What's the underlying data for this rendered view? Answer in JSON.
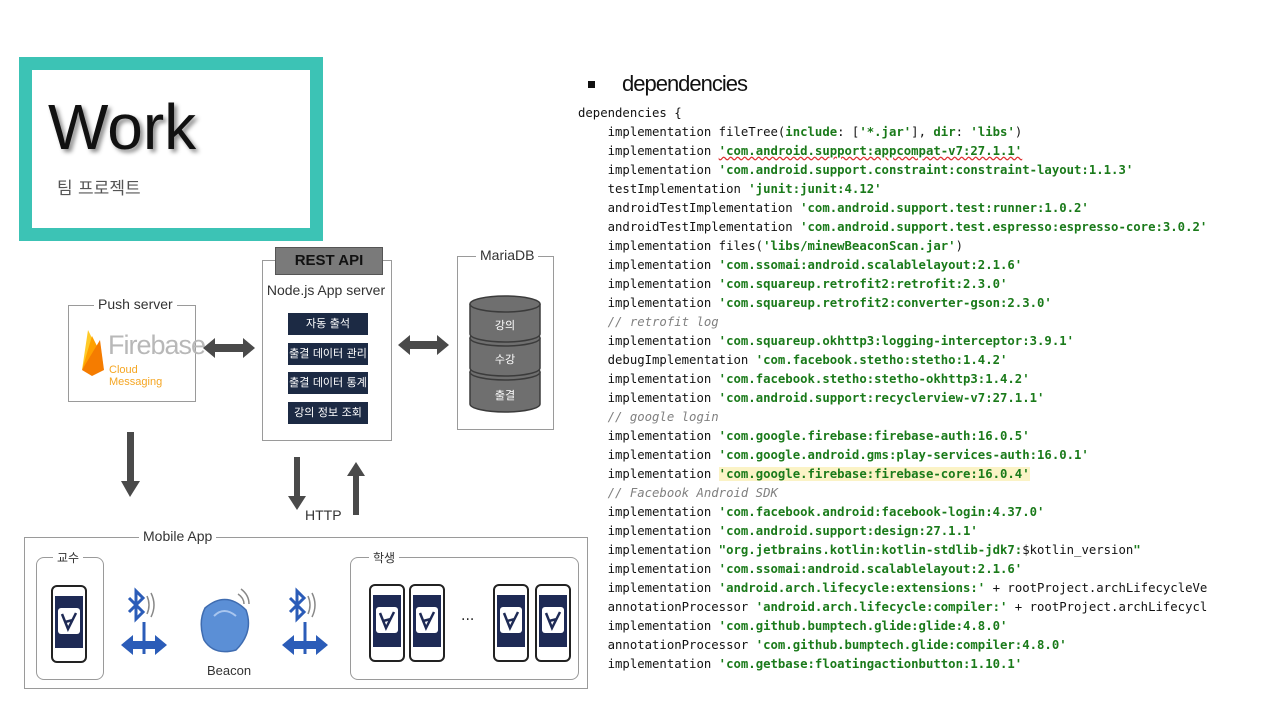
{
  "title": {
    "heading": "Work",
    "subheading": "팀 프로젝트"
  },
  "colors": {
    "accent_border": "#3cc3b5",
    "feature_bg": "#1c2a44",
    "code_string": "#1a7a1a"
  },
  "diagram": {
    "push_server_label": "Push server",
    "firebase": {
      "name": "Firebase",
      "sub": "Cloud Messaging"
    },
    "rest_api": "REST API",
    "app_server_label": "Node.js App server",
    "features": [
      "자동 출석",
      "출결 데이터 관리",
      "출결 데이터 통계",
      "강의 정보 조회"
    ],
    "mariadb_label": "MariaDB",
    "db_tables": [
      "강의",
      "수강",
      "출결"
    ],
    "http_label": "HTTP",
    "mobile_app_label": "Mobile App",
    "professor_label": "교수",
    "student_label": "학생",
    "beacon_label": "Beacon",
    "ellipsis": "···"
  },
  "code_panel": {
    "bullet_title": "dependencies",
    "lines": [
      [
        {
          "t": "dependencies {"
        }
      ],
      [
        {
          "t": "    implementation fileTree("
        },
        {
          "t": "include",
          "c": "kw"
        },
        {
          "t": ": ["
        },
        {
          "t": "'*.jar'",
          "c": "str"
        },
        {
          "t": "], "
        },
        {
          "t": "dir",
          "c": "kw"
        },
        {
          "t": ": "
        },
        {
          "t": "'libs'",
          "c": "str"
        },
        {
          "t": ")"
        }
      ],
      [
        {
          "t": "    implementation "
        },
        {
          "t": "'com.android.support:appcompat-v7:27.1.1'",
          "c": "str err"
        }
      ],
      [
        {
          "t": "    implementation "
        },
        {
          "t": "'com.android.support.constraint:constraint-layout:1.1.3'",
          "c": "str"
        }
      ],
      [
        {
          "t": "    testImplementation "
        },
        {
          "t": "'junit:junit:4.12'",
          "c": "str"
        }
      ],
      [
        {
          "t": "    androidTestImplementation "
        },
        {
          "t": "'com.android.support.test:runner:1.0.2'",
          "c": "str"
        }
      ],
      [
        {
          "t": "    androidTestImplementation "
        },
        {
          "t": "'com.android.support.test.espresso:espresso-core:3.0.2'",
          "c": "str"
        }
      ],
      [
        {
          "t": "    implementation files("
        },
        {
          "t": "'libs/minewBeaconScan.jar'",
          "c": "str"
        },
        {
          "t": ")"
        }
      ],
      [
        {
          "t": "    implementation "
        },
        {
          "t": "'com.ssomai:android.scalablelayout:2.1.6'",
          "c": "str"
        }
      ],
      [
        {
          "t": "    implementation "
        },
        {
          "t": "'com.squareup.retrofit2:retrofit:2.3.0'",
          "c": "str"
        }
      ],
      [
        {
          "t": "    implementation "
        },
        {
          "t": "'com.squareup.retrofit2:converter-gson:2.3.0'",
          "c": "str"
        }
      ],
      [
        {
          "t": "    // retrofit log",
          "c": "cmt"
        }
      ],
      [
        {
          "t": "    implementation "
        },
        {
          "t": "'com.squareup.okhttp3:logging-interceptor:3.9.1'",
          "c": "str"
        }
      ],
      [
        {
          "t": "    debugImplementation "
        },
        {
          "t": "'com.facebook.stetho:stetho:1.4.2'",
          "c": "str"
        }
      ],
      [
        {
          "t": "    implementation "
        },
        {
          "t": "'com.facebook.stetho:stetho-okhttp3:1.4.2'",
          "c": "str"
        }
      ],
      [
        {
          "t": "    implementation "
        },
        {
          "t": "'com.android.support:recyclerview-v7:27.1.1'",
          "c": "str"
        }
      ],
      [
        {
          "t": "    // google login",
          "c": "cmt"
        }
      ],
      [
        {
          "t": "    implementation "
        },
        {
          "t": "'com.google.firebase:firebase-auth:16.0.5'",
          "c": "str"
        }
      ],
      [
        {
          "t": "    implementation "
        },
        {
          "t": "'com.google.android.gms:play-services-auth:16.0.1'",
          "c": "str"
        }
      ],
      [
        {
          "t": "    implementation "
        },
        {
          "t": "'com.google.firebase:firebase-core:16.0.4'",
          "c": "str hl"
        }
      ],
      [
        {
          "t": "    // Facebook Android SDK",
          "c": "cmt"
        }
      ],
      [
        {
          "t": "    implementation "
        },
        {
          "t": "'com.facebook.android:facebook-login:4.37.0'",
          "c": "str"
        }
      ],
      [
        {
          "t": "    implementation "
        },
        {
          "t": "'com.android.support:design:27.1.1'",
          "c": "str"
        }
      ],
      [
        {
          "t": "    implementation "
        },
        {
          "t": "\"org.jetbrains.kotlin:kotlin-stdlib-jdk7:",
          "c": "str"
        },
        {
          "t": "$kotlin_version"
        },
        {
          "t": "\"",
          "c": "str"
        }
      ],
      [
        {
          "t": "    implementation "
        },
        {
          "t": "'com.ssomai:android.scalablelayout:2.1.6'",
          "c": "str"
        }
      ],
      [
        {
          "t": "    implementation "
        },
        {
          "t": "'android.arch.lifecycle:extensions:'",
          "c": "str"
        },
        {
          "t": " + rootProject.archLifecycleVe"
        }
      ],
      [
        {
          "t": "    annotationProcessor "
        },
        {
          "t": "'android.arch.lifecycle:compiler:'",
          "c": "str"
        },
        {
          "t": " + rootProject.archLifecycl"
        }
      ],
      [
        {
          "t": "    implementation "
        },
        {
          "t": "'com.github.bumptech.glide:glide:4.8.0'",
          "c": "str"
        }
      ],
      [
        {
          "t": "    annotationProcessor "
        },
        {
          "t": "'com.github.bumptech.glide:compiler:4.8.0'",
          "c": "str"
        }
      ],
      [
        {
          "t": "    implementation "
        },
        {
          "t": "'com.getbase:floatingactionbutton:1.10.1'",
          "c": "str"
        }
      ]
    ]
  }
}
